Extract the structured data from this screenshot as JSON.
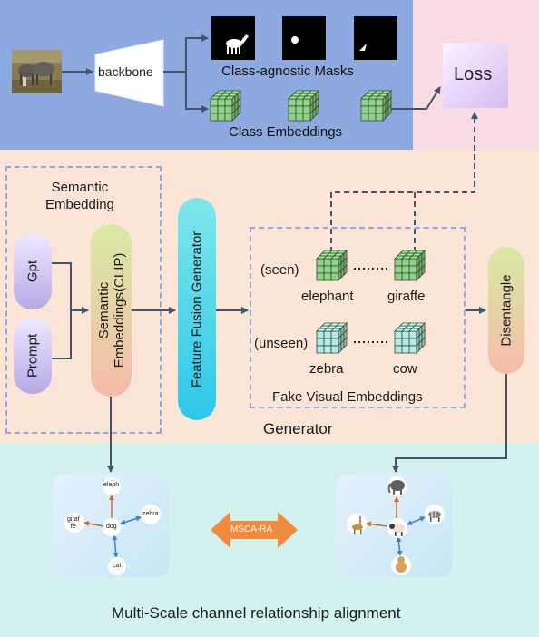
{
  "backbone": {
    "label": "backbone",
    "masks_label": "Class-agnostic Masks",
    "embeddings_label": "Class Embeddings"
  },
  "loss": {
    "label": "Loss"
  },
  "semantic": {
    "title": "Semantic\nEmbedding",
    "gpt": "Gpt",
    "prompt": "Prompt",
    "clip": "Semantic\nEmbeddings(CLIP)"
  },
  "fusion": {
    "label": "Feature Fusion Generator"
  },
  "fake": {
    "seen": "(seen)",
    "unseen": "(unseen)",
    "elephant": "elephant",
    "giraffe": "giraffe",
    "zebra": "zebra",
    "cow": "cow",
    "caption": "Fake Visual Embeddings"
  },
  "generator": {
    "label": "Generator"
  },
  "disentangle": {
    "label": "Disentangle"
  },
  "semantic_graph": {
    "nodes": {
      "eleph": "eleph",
      "giraffe": "giraf\nfe",
      "dog": "dog",
      "zebra": "zebra",
      "cat": "cat"
    }
  },
  "msca": {
    "label": "MSCA-RA"
  },
  "alignment": {
    "caption": "Multi-Scale channel relationship alignment"
  },
  "colors": {
    "backbone_region": "#8ea9df",
    "loss_region": "#f7dde3",
    "generator_region": "#fbe5d6",
    "alignment_region": "#d3f1ee",
    "seen_cube": "#8fd38a",
    "unseen_cube": "#b5e9ea",
    "arrow": "#44546a",
    "msca_arrow": "#f08a3c"
  }
}
